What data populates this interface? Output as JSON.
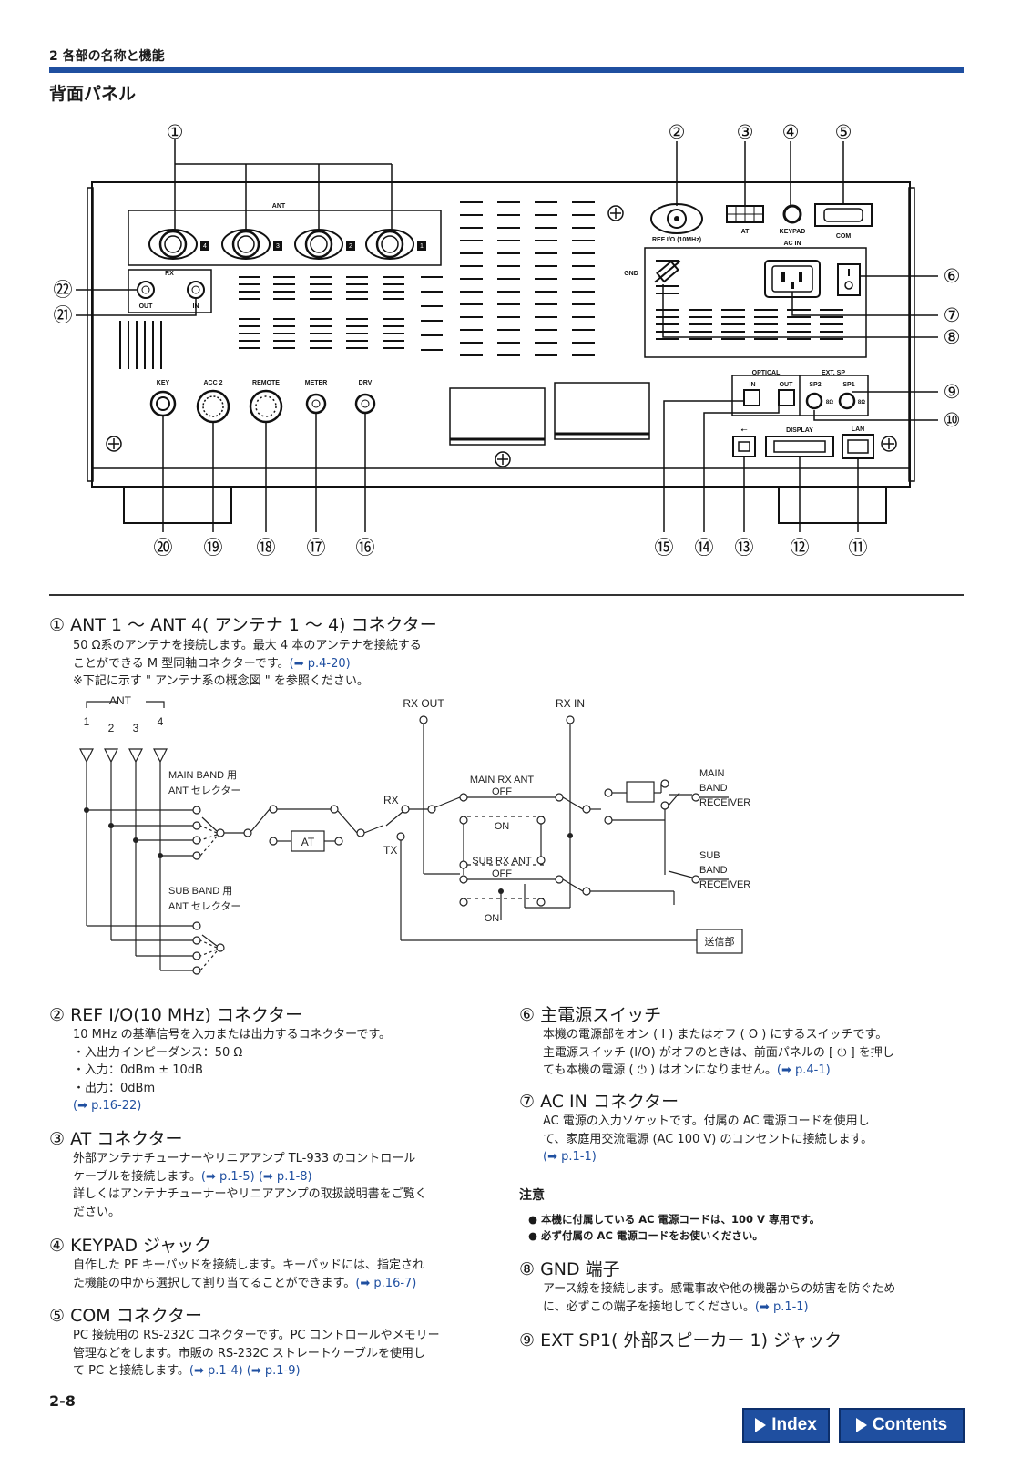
{
  "header": {
    "chapter": "2 各部の名称と機能",
    "section": "背面パネル"
  },
  "figure": {
    "top_callouts": [
      "①",
      "②",
      "③",
      "④",
      "⑤"
    ],
    "right_callouts": [
      "⑥",
      "⑦",
      "⑧",
      "⑨",
      "⑩"
    ],
    "left_callouts": [
      "㉒",
      "㉑"
    ],
    "bottom_callouts": [
      "⑳",
      "⑲",
      "⑱",
      "⑰",
      "⑯",
      "⑮",
      "⑭",
      "⑬",
      "⑫",
      "⑪"
    ],
    "labels": {
      "ant": "ANT",
      "rx": "RX",
      "out": "OUT",
      "in": "IN",
      "ref": "REF I/O (10MHz)",
      "at": "AT",
      "keypad": "KEYPAD",
      "com": "COM",
      "ac_in": "AC IN",
      "gnd": "GND",
      "key": "KEY",
      "acc2": "ACC 2",
      "remote": "REMOTE",
      "meter": "METER",
      "drv": "DRV",
      "optical": "OPTICAL",
      "opt_in": "IN",
      "opt_out": "OUT",
      "ext_sp": "EXT. SP",
      "sp2": "SP2",
      "sp1": "SP1",
      "ohm8": "8Ω",
      "display": "DISPLAY",
      "lan": "LAN",
      "ant_nums": [
        "4",
        "3",
        "2",
        "1"
      ]
    }
  },
  "item1": {
    "title": "① ANT 1 ～ ANT 4( アンテナ 1 ～ 4) コネクター",
    "body1": "50 Ω系のアンテナを接続します。最大 4 本のアンテナを接続する",
    "body2": "ことができる M 型同軸コネクターです。",
    "ref": "(➡ p.4-20)",
    "body3": "※下記に示す \" アンテナ系の概念図 \" を参照ください。"
  },
  "diagram": {
    "ant": "ANT",
    "ant_nums": [
      "1",
      "2",
      "3",
      "4"
    ],
    "rx_out": "RX OUT",
    "rx_in": "RX IN",
    "main_sel_1": "MAIN BAND 用",
    "main_sel_2": "ANT セレクター",
    "sub_sel_1": "SUB BAND 用",
    "sub_sel_2": "ANT セレクター",
    "rx": "RX",
    "tx": "TX",
    "at": "AT",
    "main_rx_ant": "MAIN RX ANT",
    "sub_rx_ant": "SUB RX ANT",
    "off": "OFF",
    "on": "ON",
    "main_recv": [
      "MAIN",
      "BAND",
      "RECEIVER"
    ],
    "sub_recv": [
      "SUB",
      "BAND",
      "RECEIVER"
    ],
    "tx_unit": "送信部"
  },
  "item2": {
    "title": "② REF I/O(10 MHz) コネクター",
    "lines": [
      "10 MHz の基準信号を入力または出力するコネクターです。",
      "・入出力インピーダンス：50 Ω",
      "・入力：0dBm ± 10dB",
      "・出力：0dBm"
    ],
    "ref": "(➡ p.16-22)"
  },
  "item3": {
    "title": "③ AT コネクター",
    "l1": "外部アンテナチューナーやリニアアンプ TL-933 のコントロール",
    "l2": "ケーブルを接続します。",
    "ref": "(➡ p.1-5) (➡ p.1-8)",
    "l3": "詳しくはアンテナチューナーやリニアアンプの取扱説明書をご覧く",
    "l4": "ださい。"
  },
  "item4": {
    "title": "④ KEYPAD ジャック",
    "l1": "自作した PF キーパッドを接続します。キーパッドには、指定され",
    "l2": "た機能の中から選択して割り当てることができます。",
    "ref": "(➡ p.16-7)"
  },
  "item5": {
    "title": "⑤ COM コネクター",
    "l1": "PC 接続用の RS-232C コネクターです。PC コントロールやメモリー",
    "l2": "管理などをします。市販の RS-232C ストレートケーブルを使用し",
    "l3": "て PC と接続します。",
    "ref": "(➡ p.1-4) (➡ p.1-9)"
  },
  "item6": {
    "title": "⑥ 主電源スイッチ",
    "l1": "本機の電源部をオン ( I ) またはオフ ( O ) にするスイッチです。",
    "l2": "主電源スイッチ (I/O) がオフのときは、前面パネルの [ ⏻ ] を押し",
    "l3": "ても本機の電源 ( ⏻ ) はオンになりません。",
    "ref": "(➡ p.4-1)"
  },
  "item7": {
    "title": "⑦ AC IN コネクター",
    "l1": "AC 電源の入力ソケットです。付属の AC 電源コードを使用し",
    "l2": "て、家庭用交流電源 (AC 100 V) のコンセントに接続します。",
    "ref": "(➡ p.1-1)"
  },
  "note": {
    "title": "注意",
    "items": [
      "本機に付属している AC 電源コードは、100 V 専用です。",
      "必ず付属の AC 電源コードをお使いください。"
    ]
  },
  "item8": {
    "title": "⑧ GND 端子",
    "l1": "アース線を接続します。感電事故や他の機器からの妨害を防ぐため",
    "l2": "に、必ずこの端子を接地してください。",
    "ref": "(➡ p.1-1)"
  },
  "item9": {
    "title": "⑨ EXT SP1( 外部スピーカー 1) ジャック"
  },
  "footer": {
    "page": "2-8",
    "index": "Index",
    "contents": "Contents"
  },
  "colors": {
    "accent": "#1f4fa0",
    "link": "#1f4fa0"
  }
}
